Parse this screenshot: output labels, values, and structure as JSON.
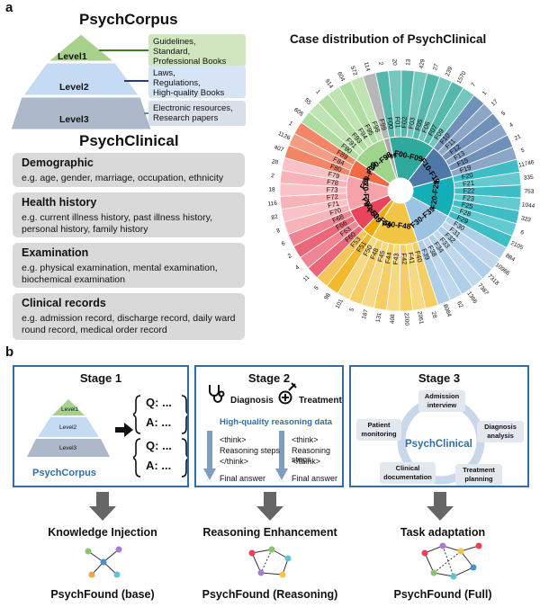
{
  "panel_a": {
    "letter": "a",
    "psychcorpus_title": "PsychCorpus",
    "levels": [
      {
        "name": "Level1",
        "desc": [
          "Guidelines,",
          "Standard,",
          "Professional Books"
        ],
        "color": "#a9d18e",
        "box": "#cfe6bf",
        "line": "#3e7b27"
      },
      {
        "name": "Level2",
        "desc": [
          "Laws,",
          "Regulations,",
          "High-quality Books"
        ],
        "color": "#c5daf3",
        "box": "#d6e4f6",
        "line": "#1f3e8a"
      },
      {
        "name": "Level3",
        "desc": [
          "Electronic resources,",
          "Research papers"
        ],
        "color": "#adb9ca",
        "box": "#d9dfe8",
        "line": "#6f86a6"
      }
    ],
    "psychclinical_title": "PsychClinical",
    "cards": [
      {
        "heading": "Demographic",
        "desc": [
          "e.g. age, gender, marriage, occupation, ethnicity"
        ]
      },
      {
        "heading": "Health history",
        "desc": [
          "e.g. current illness history, past illness history,",
          "personal history, family history"
        ]
      },
      {
        "heading": "Examination",
        "desc": [
          "e.g. physical examination, mental examination,",
          "biochemical examination"
        ]
      },
      {
        "heading": "Clinical records",
        "desc": [
          "e.g. admission record, discharge record, daily ward",
          "round record, medical order record"
        ]
      }
    ],
    "chart_title": "Case distribution of PsychClinical"
  },
  "sunburst": {
    "groups": [
      {
        "name": "F00-F09",
        "color": "#2ea99b",
        "subs": [
          {
            "code": "F00",
            "count": "2"
          },
          {
            "code": "F01",
            "count": "20"
          },
          {
            "code": "F02",
            "count": "13"
          },
          {
            "code": "F03",
            "count": "429"
          },
          {
            "code": "F05",
            "count": "27"
          },
          {
            "code": "F06",
            "count": "239"
          },
          {
            "code": "F07",
            "count": "1570"
          },
          {
            "code": "F09",
            "count": "7"
          }
        ]
      },
      {
        "name": "F10-F19",
        "color": "#4f78a8",
        "subs": [
          {
            "code": "F10",
            "count": "1"
          },
          {
            "code": "F11",
            "count": "17"
          },
          {
            "code": "F12",
            "count": "5"
          },
          {
            "code": "F13",
            "count": "4"
          },
          {
            "code": "F15",
            "count": "21"
          },
          {
            "code": "F19",
            "count": "5"
          }
        ]
      },
      {
        "name": "F20-F29",
        "color": "#14aeb9",
        "subs": [
          {
            "code": "F20",
            "count": "11746"
          },
          {
            "code": "F21",
            "count": "335"
          },
          {
            "code": "F22",
            "count": "753"
          },
          {
            "code": "F23",
            "count": "1044"
          },
          {
            "code": "F25",
            "count": "323"
          },
          {
            "code": "F28",
            "count": "6"
          },
          {
            "code": "F29",
            "count": "2105"
          }
        ]
      },
      {
        "name": "F30-F39",
        "color": "#9dc3e2",
        "subs": [
          {
            "code": "F30",
            "count": "884"
          },
          {
            "code": "F31",
            "count": "10966"
          },
          {
            "code": "F32",
            "count": "7318"
          },
          {
            "code": "F33",
            "count": "7387"
          },
          {
            "code": "F34",
            "count": "1366"
          },
          {
            "code": "F38",
            "count": "62"
          },
          {
            "code": "F39",
            "count": "8084"
          }
        ]
      },
      {
        "name": "F40-F48",
        "color": "#f3c545",
        "subs": [
          {
            "code": "F40",
            "count": "28"
          },
          {
            "code": "F41",
            "count": "2061"
          },
          {
            "code": "F42",
            "count": "2200"
          },
          {
            "code": "F43",
            "count": "408"
          },
          {
            "code": "F44",
            "count": "131"
          },
          {
            "code": "F45",
            "count": "187"
          },
          {
            "code": "F48",
            "count": "5"
          },
          {
            "code": "F50",
            "count": "101"
          }
        ]
      },
      {
        "name": "F50-F59",
        "color": "#f0a800",
        "subs": [
          {
            "code": "F51",
            "count": "98"
          },
          {
            "code": "F53",
            "count": "5"
          }
        ]
      },
      {
        "name": "F60-F69",
        "color": "#e8445c",
        "subs": [
          {
            "code": "F60",
            "count": "11"
          },
          {
            "code": "F63",
            "count": "4"
          },
          {
            "code": "F66",
            "count": "2"
          },
          {
            "code": "F68",
            "count": "6"
          }
        ]
      },
      {
        "name": "F70-F79",
        "color": "#f7a2a8",
        "subs": [
          {
            "code": "F70",
            "count": "8"
          },
          {
            "code": "F71",
            "count": "82"
          },
          {
            "code": "F72",
            "count": "116"
          },
          {
            "code": "F73",
            "count": "18"
          },
          {
            "code": "F78",
            "count": "2"
          },
          {
            "code": "F79",
            "count": "28"
          }
        ]
      },
      {
        "name": "F80-F89",
        "color": "#f06b45",
        "subs": [
          {
            "code": "F80",
            "count": "407"
          },
          {
            "code": "F84",
            "count": "1126"
          },
          {
            "code": "F89",
            "count": "1"
          }
        ]
      },
      {
        "name": "F90-F98",
        "color": "#9ed48b",
        "subs": [
          {
            "code": "F90",
            "count": "605"
          },
          {
            "code": "F91",
            "count": "55"
          },
          {
            "code": "F93",
            "count": "1"
          },
          {
            "code": "F94",
            "count": "914"
          },
          {
            "code": "F95",
            "count": "604"
          },
          {
            "code": "F98",
            "count": "572"
          }
        ]
      },
      {
        "name": "F99",
        "color": "#a7a7a7",
        "subs": [
          {
            "code": "F99",
            "count": "114"
          }
        ]
      }
    ]
  },
  "panel_b": {
    "letter": "b",
    "stage1": {
      "title": "Stage 1",
      "levels": [
        "Level1",
        "Level2",
        "Level3"
      ],
      "q": "Q:",
      "a": "A:",
      "ellipsis": "...",
      "corpus": "PsychCorpus"
    },
    "stage2": {
      "title": "Stage 2",
      "diagnosis": "Diagnosis",
      "treatment": "Treatment",
      "subtitle": "High-quality reasoning data",
      "think_open": "<think>",
      "steps": "Reasoning steps",
      "think_close": "</think>",
      "final": "Final answer"
    },
    "stage3": {
      "title": "Stage 3",
      "center": "PsychClinical",
      "tasks": [
        {
          "line1": "Admission",
          "line2": "interview"
        },
        {
          "line1": "Diagnosis",
          "line2": "analysis"
        },
        {
          "line1": "Treatment",
          "line2": "planning"
        },
        {
          "line1": "Clinical",
          "line2": "documentation"
        },
        {
          "line1": "Patient",
          "line2": "monitoring"
        }
      ]
    },
    "outcomes": [
      {
        "label": "Knowledge Injection",
        "model": "PsychFound (base)"
      },
      {
        "label": "Reasoning Enhancement",
        "model": "PsychFound (Reasoning)"
      },
      {
        "label": "Task adaptation",
        "model": "PsychFound (Full)"
      }
    ]
  }
}
